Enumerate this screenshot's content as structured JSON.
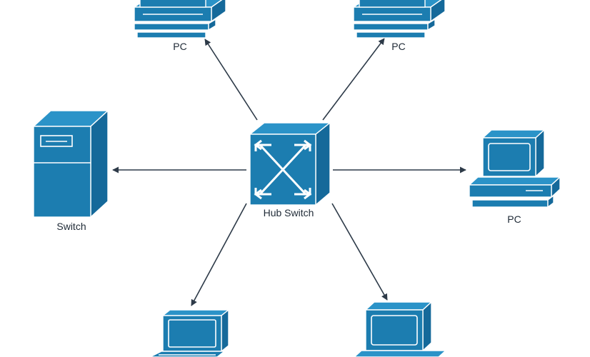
{
  "diagram": {
    "colors": {
      "device_front": "#1c7db0",
      "device_side": "#15699a",
      "device_top": "#2b93c8",
      "edge": "#2d3a48",
      "label": "#1f2a36"
    },
    "nodes": {
      "hub": {
        "label": "Hub Switch",
        "icon": "network-switch-icon"
      },
      "pc_top_left": {
        "label": "PC",
        "icon": "printer-pc-icon"
      },
      "pc_top_right": {
        "label": "PC",
        "icon": "printer-pc-icon"
      },
      "switch_left": {
        "label": "Switch",
        "icon": "server-tower-icon"
      },
      "pc_right": {
        "label": "PC",
        "icon": "desktop-computer-icon"
      },
      "laptop_bottom_left": {
        "label": "",
        "icon": "laptop-icon"
      },
      "monitor_bottom_right": {
        "label": "",
        "icon": "monitor-icon"
      }
    },
    "edges": [
      {
        "from": "hub",
        "to": "pc_top_left",
        "directed": true
      },
      {
        "from": "hub",
        "to": "pc_top_right",
        "directed": true
      },
      {
        "from": "hub",
        "to": "switch_left",
        "directed": true
      },
      {
        "from": "hub",
        "to": "pc_right",
        "directed": true
      },
      {
        "from": "hub",
        "to": "laptop_bottom_left",
        "directed": true
      },
      {
        "from": "hub",
        "to": "monitor_bottom_right",
        "directed": true
      }
    ]
  }
}
